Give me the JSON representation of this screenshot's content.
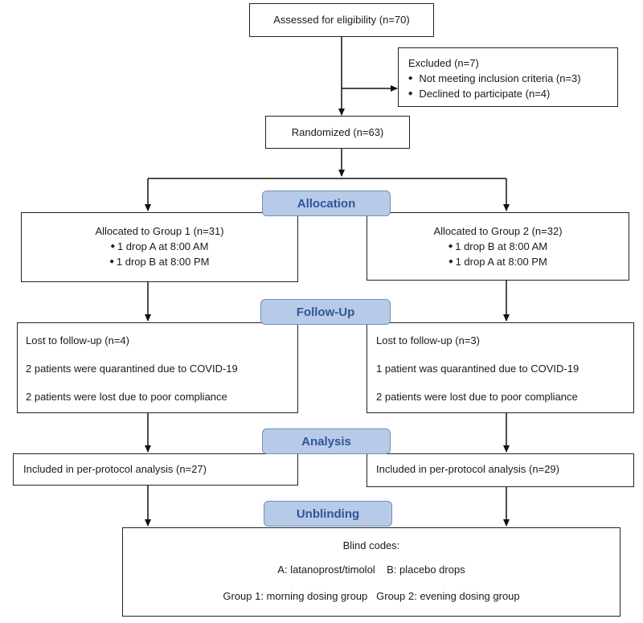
{
  "assessed": "Assessed for eligibility (n=70)",
  "excluded": {
    "title": "Excluded  (n=7)",
    "items": [
      "Not meeting inclusion criteria (n=3)",
      "Declined to participate (n=4)"
    ]
  },
  "randomized": "Randomized (n=63)",
  "stages": {
    "allocation": "Allocation",
    "followup": "Follow-Up",
    "analysis": "Analysis",
    "unblinding": "Unblinding"
  },
  "group1": {
    "allocated": "Allocated to Group 1 (n=31)",
    "doses": [
      "1 drop A at 8:00 AM",
      "1 drop B at 8:00 PM"
    ],
    "lost": [
      "Lost to follow-up (n=4)",
      "2 patients were quarantined due to COVID-19",
      "2 patients were lost due to poor compliance"
    ],
    "analysis": "Included in per-protocol analysis (n=27)"
  },
  "group2": {
    "allocated": "Allocated to Group 2 (n=32)",
    "doses": [
      "1 drop B at 8:00 AM",
      "1 drop A at 8:00 PM"
    ],
    "lost": [
      "Lost to follow-up (n=3)",
      "1 patient was quarantined due to COVID-19",
      "2 patients were lost due to poor compliance"
    ],
    "analysis": "Included in per-protocol analysis (n=29)"
  },
  "blind": {
    "title": "Blind codes:",
    "codes": "A: latanoprost/timolol    B: placebo drops",
    "groups": "Group 1: morning dosing group   Group 2: evening dosing group"
  }
}
